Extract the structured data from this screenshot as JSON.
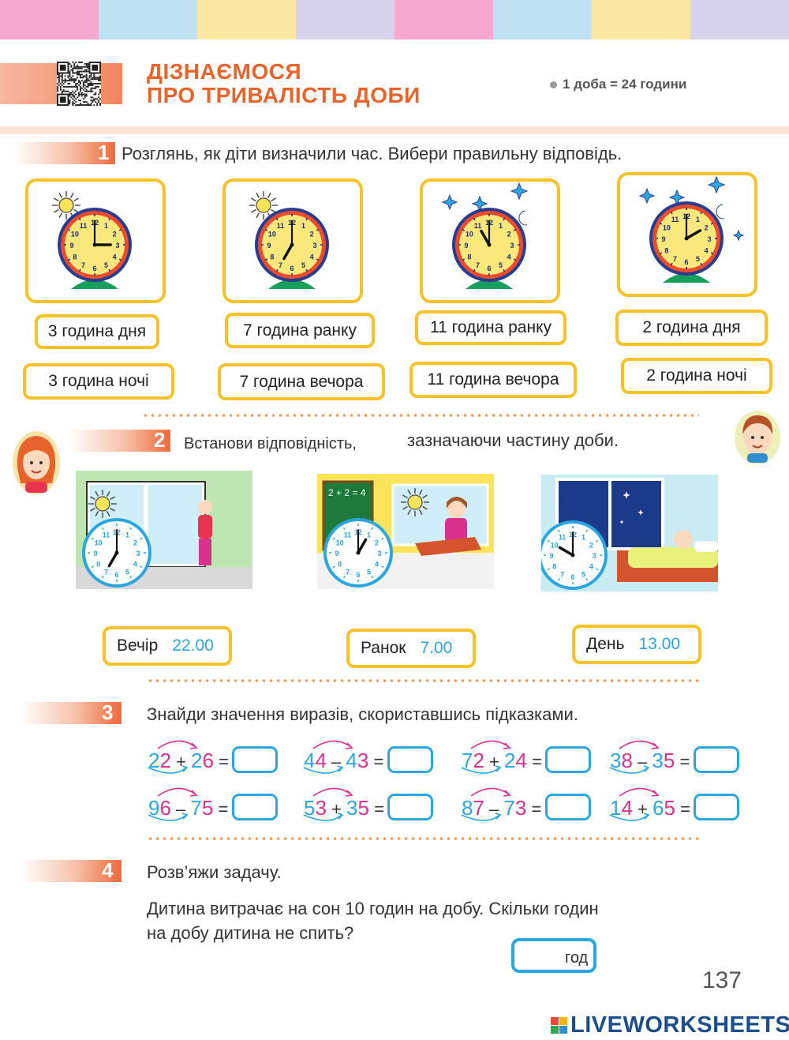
{
  "colors": {
    "stripes": [
      "#f7a8cf",
      "#bfe2f3",
      "#fce7a2",
      "#d7d3ec",
      "#f7a8cf",
      "#bfe2f3",
      "#fce7a2",
      "#d7d3ec"
    ],
    "accent_orange": "#e9642b",
    "frame_yellow": "#f6c22a",
    "blue": "#29a7de",
    "pink": "#d9328d"
  },
  "header": {
    "title_line1": "ДІЗНАЄМОСЯ",
    "title_line2": "ПРО ТРИВАЛІСТЬ ДОБИ",
    "fact": "1 доба = 24 години"
  },
  "task1": {
    "number": "1",
    "instruction": "Розглянь, як діти визначили час. Вибери правильну відповідь.",
    "clocks": [
      {
        "sky": "sun",
        "hour": 3,
        "minute": 0,
        "option_top": "3 година дня",
        "option_bottom": "3 година ночі"
      },
      {
        "sky": "sun",
        "hour": 7,
        "minute": 0,
        "option_top": "7 година ранку",
        "option_bottom": "7 година вечора"
      },
      {
        "sky": "night",
        "hour": 11,
        "minute": 0,
        "option_top": "11 година ранку",
        "option_bottom": "11 година вечора"
      },
      {
        "sky": "night",
        "hour": 2,
        "minute": 0,
        "option_top": "2 година дня",
        "option_bottom": "2 година ночі"
      }
    ]
  },
  "task2": {
    "number": "2",
    "instruction_part1": "Встанови відповідність,",
    "instruction_part2": "зазначаючи частину доби.",
    "scenes": [
      {
        "scene": "morning-exercise",
        "clock_hour": 7,
        "label": "Вечір",
        "value": "22.00"
      },
      {
        "scene": "school-lesson",
        "clock_hour": 1,
        "label": "Ранок",
        "value": "7.00",
        "board": "2 + 2 = 4"
      },
      {
        "scene": "night-sleep",
        "clock_hour": 10,
        "label": "День",
        "value": "13.00"
      }
    ]
  },
  "task3": {
    "number": "3",
    "instruction": "Знайди значення виразів, скориставшись підказками.",
    "rows": [
      [
        {
          "a": "22",
          "op": "+",
          "b": "26"
        },
        {
          "a": "44",
          "op": "–",
          "b": "43"
        },
        {
          "a": "72",
          "op": "+",
          "b": "24"
        },
        {
          "a": "38",
          "op": "–",
          "b": "35"
        }
      ],
      [
        {
          "a": "96",
          "op": "–",
          "b": "75"
        },
        {
          "a": "53",
          "op": "+",
          "b": "35"
        },
        {
          "a": "87",
          "op": "–",
          "b": "73"
        },
        {
          "a": "14",
          "op": "+",
          "b": "65"
        }
      ]
    ],
    "equals": "="
  },
  "task4": {
    "number": "4",
    "instruction": "Розв’яжи задачу.",
    "problem_line1": "Дитина витрачає на сон 10 годин на добу. Скільки годин",
    "problem_line2": "на добу дитина не спить?",
    "unit": "год"
  },
  "footer": {
    "page_number": "137",
    "brand": "LIVEWORKSHEETS"
  }
}
